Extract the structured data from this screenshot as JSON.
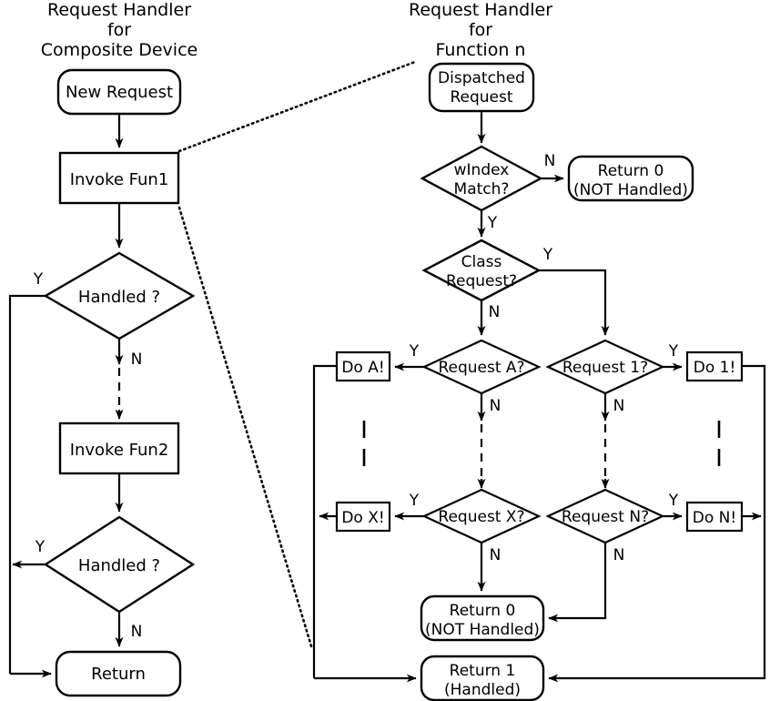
{
  "titles": {
    "left": [
      "Request Handler",
      "for",
      "Composite Device"
    ],
    "right": [
      "Request Handler",
      "for",
      "Function n"
    ]
  },
  "left_flow": {
    "start": "New Request",
    "invoke1": "Invoke Fun1",
    "decision1": "Handled ?",
    "invoke2": "Invoke Fun2",
    "decision2": "Handled ?",
    "end": "Return",
    "labels": {
      "yes": "Y",
      "no": "N"
    }
  },
  "right_flow": {
    "start": "Dispatched Request",
    "start_line1": "Dispatched",
    "start_line2": "Request",
    "windex": "wIndex Match?",
    "windex_line1": "wIndex",
    "windex_line2": "Match?",
    "return0_top_line1": "Return 0",
    "return0_top_line2": "(NOT Handled)",
    "class_request": "Class Request?",
    "class_line1": "Class",
    "class_line2": "Request?",
    "request_a": "Request A?",
    "request_1": "Request 1?",
    "request_x": "Request X?",
    "request_n": "Request N?",
    "do_a": "Do A!",
    "do_1": "Do 1!",
    "do_x": "Do X!",
    "do_n": "Do N!",
    "return0_line1": "Return 0",
    "return0_line2": "(NOT Handled)",
    "return1_line1": "Return 1",
    "return1_line2": "(Handled)",
    "labels": {
      "yes": "Y",
      "no": "N"
    }
  },
  "colors": {
    "stroke": "#000000",
    "fill": "#ffffff",
    "background": "#ffffff"
  }
}
